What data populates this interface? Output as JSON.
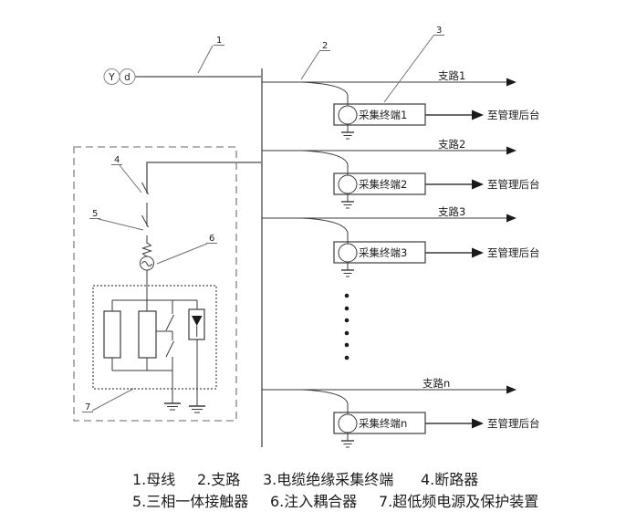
{
  "transformer": {
    "primary": "Y",
    "secondary": "d"
  },
  "branches": [
    {
      "label": "支路1",
      "terminal": "采集终端1",
      "dest": "至管理后台"
    },
    {
      "label": "支路2",
      "terminal": "采集终端2",
      "dest": "至管理后台"
    },
    {
      "label": "支路3",
      "terminal": "采集终端3",
      "dest": "至管理后台"
    },
    {
      "label": "支路n",
      "terminal": "采集终端n",
      "dest": "至管理后台"
    }
  ],
  "callouts": [
    "1",
    "2",
    "3",
    "4",
    "5",
    "6",
    "7"
  ],
  "legend": {
    "row1": [
      "1.母线",
      "2.支路",
      "3.电缆绝缘采集终端",
      "4.断路器"
    ],
    "row2": [
      "5.三相一体接触器",
      "6.注入耦合器",
      "7.超低频电源及保护装置"
    ]
  }
}
